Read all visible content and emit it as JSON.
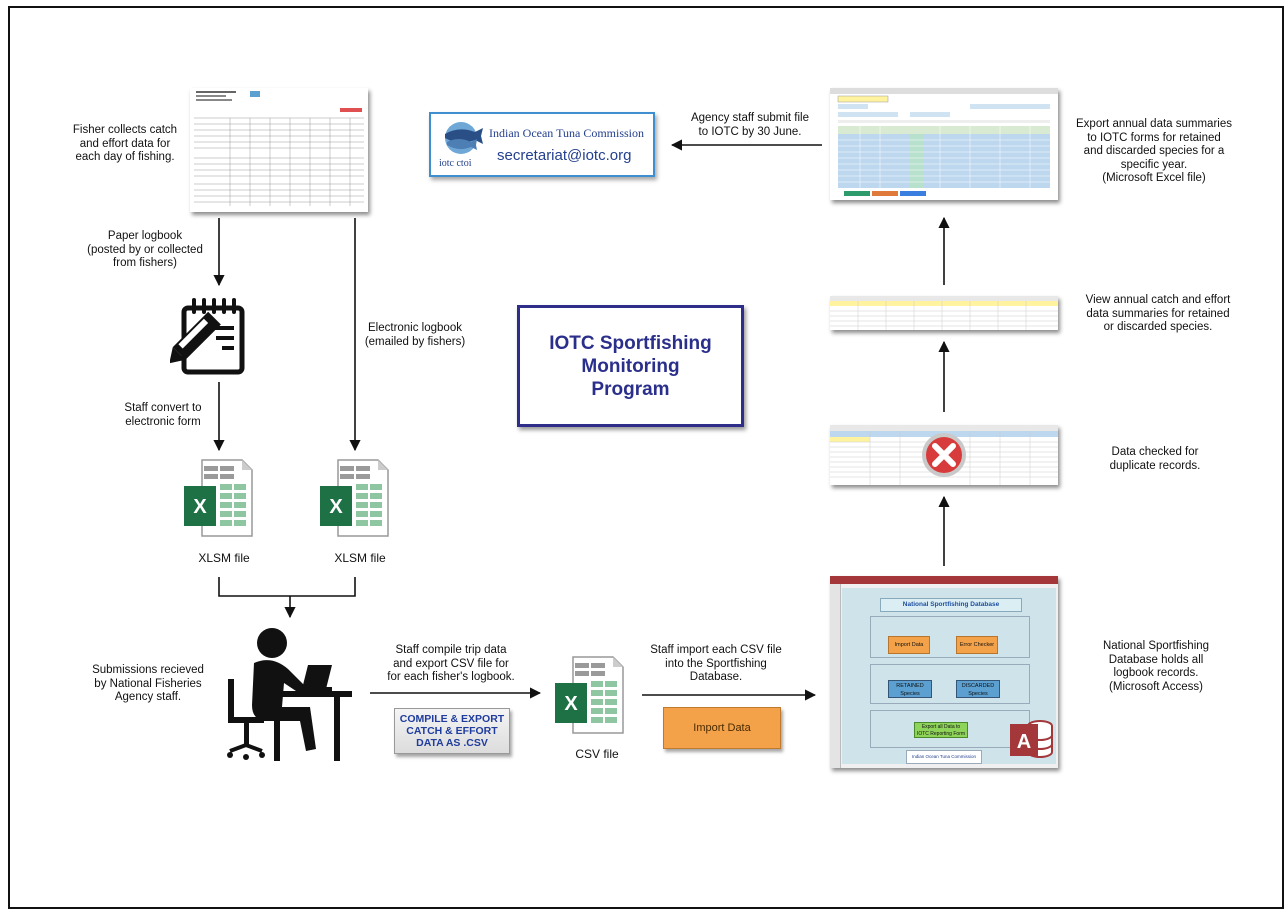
{
  "title": "IOTC Sportfishing\nMonitoring\nProgram",
  "steps": {
    "fisher_collects": "Fisher collects catch\nand effort data for\neach day of fishing.",
    "paper_logbook": "Paper logbook\n(posted by or collected\nfrom fishers)",
    "electronic_logbook": "Electronic logbook\n(emailed by fishers)",
    "staff_convert": "Staff convert to\nelectronic form",
    "submissions": "Submissions recieved\nby National Fisheries\nAgency staff.",
    "staff_compile": "Staff compile trip data\nand export CSV file for\nfor each fisher's logbook.",
    "staff_import": "Staff import each CSV file\ninto the Sportfishing\nDatabase.",
    "database_holds": "National Sportfishing\nDatabase holds all\nlogbook records.\n(Microsoft Access)",
    "data_checked": "Data checked for\nduplicate records.",
    "view_summaries": "View annual catch and effort\ndata summaries for retained\nor discarded species.",
    "export_summaries": "Export annual data summaries\nto IOTC forms for retained\nand discarded species for a\nspecific year.\n(Microsoft Excel file)",
    "agency_submit": "Agency staff submit file\nto IOTC by 30 June."
  },
  "files": {
    "xlsm_left": "XLSM file",
    "xlsm_right": "XLSM file",
    "csv": "CSV file"
  },
  "buttons": {
    "compile_export": "COMPILE & EXPORT\nCATCH & EFFORT\nDATA AS .CSV",
    "import_data": "Import Data"
  },
  "iotc": {
    "name": "Indian Ocean Tuna Commission",
    "email": "secretariat@iotc.org",
    "short": "iotc ctoi"
  },
  "database_form": {
    "title": "National Sportfishing Database",
    "import_button": "Import Data",
    "error_button": "Error Checker",
    "retained_button": "RETAINED\nSpecies",
    "discarded_button": "DISCARDED\nSpecies",
    "export_button": "Export all Data to\nIOTC Reporting Form",
    "footer_logo": "Indian Ocean Tuna Commission"
  },
  "colors": {
    "title": "#2b2f8c",
    "excel_green": "#1e7145",
    "import_orange": "#f4a24a",
    "access_red": "#a4373a",
    "iotc_blue": "#24408e"
  }
}
